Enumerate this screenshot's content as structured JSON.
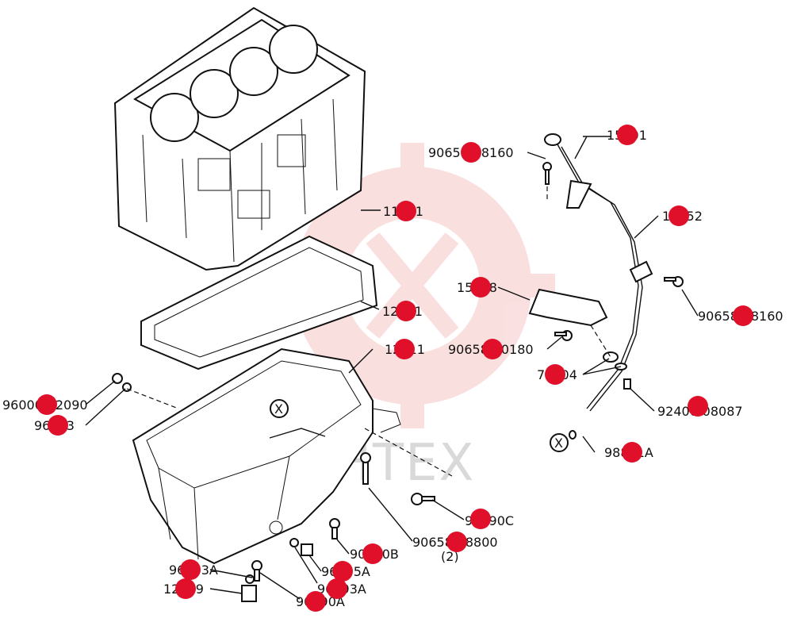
{
  "watermark": {
    "text": "ИНТЕХ",
    "color": "#f6c6c6"
  },
  "highlight_color": "#e0102a",
  "callout_x": "X",
  "labels": {
    "block": "11401",
    "gasket": "12151",
    "oilpan": "12111",
    "dipstick_guide": "15301",
    "tube": "11452",
    "bracket": "15448",
    "bolt_top": "90658-08160",
    "bolt_right": "90658-08160",
    "bolt_bracket": "90658-10180",
    "oring": "79904",
    "washer_right": "92400-08087",
    "seal_x": "98851A",
    "plug_left": "96000-12090",
    "washer_left": "96593",
    "bolt_pan_c": "90690C",
    "bolt_pan_b": "90690B",
    "bolt_long": "90658-08800",
    "bolt_long_qty": "(2)",
    "drain_plug": "96195A",
    "drain_washer": "96593A",
    "washer_bottom": "96593A",
    "sensor": "12149",
    "bolt_bottom": "90690A"
  }
}
